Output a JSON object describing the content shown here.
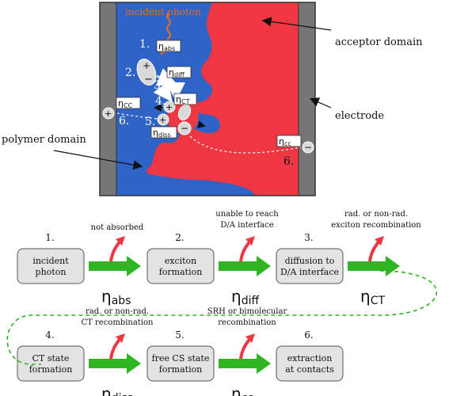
{
  "colors": {
    "polymer": "#2f63c6",
    "acceptor": "#ee3742",
    "electrode": "#767676",
    "arrow_green": "#2fb521",
    "arrow_red": "#ee3742",
    "box_fill": "#e3e3e3",
    "dashed": "#2fb521",
    "photon": "#e46b24"
  },
  "top": {
    "incident_photon": "incident photon",
    "acceptor_domain": "acceptor domain",
    "electrode": "electrode",
    "polymer_domain": "polymer domain",
    "steps": [
      "1.",
      "2.",
      "3.",
      "4.",
      "5.",
      "6.",
      "6."
    ],
    "eta_abs": "η",
    "eta_abs_sub": "abs",
    "eta_diff": "η",
    "eta_diff_sub": "diff",
    "eta_ct": "η",
    "eta_ct_sub": "CT",
    "eta_cc_left": "η",
    "eta_cc_left_sub": "CC",
    "eta_diss": "η",
    "eta_diss_sub": "diss",
    "eta_cc_right": "η",
    "eta_cc_right_sub": "cc",
    "plus": "+",
    "minus": "−"
  },
  "flow": {
    "row1": [
      {
        "num": "1.",
        "line1": "incident",
        "line2": "photon",
        "loss": "not absorbed",
        "loss2": "",
        "eta": "η",
        "eta_sub": "abs"
      },
      {
        "num": "2.",
        "line1": "exciton",
        "line2": "formation",
        "loss": "unable to reach",
        "loss2": "D/A interface",
        "eta": "η",
        "eta_sub": "diff"
      },
      {
        "num": "3.",
        "line1": "diffusion to",
        "line2": "D/A interface",
        "loss": "rad. or non-rad.",
        "loss2": "exciton recombination",
        "eta": "η",
        "eta_sub": "CT"
      }
    ],
    "row2": [
      {
        "num": "4.",
        "line1": "CT state",
        "line2": "formation",
        "loss": "rad. or non-rad.",
        "loss2": "CT recombination",
        "eta": "η",
        "eta_sub": "diss"
      },
      {
        "num": "5.",
        "line1": "free CS state",
        "line2": "formation",
        "loss": "SRH or bimolecular",
        "loss2": "recombination",
        "eta": "η",
        "eta_sub": "cc"
      },
      {
        "num": "6.",
        "line1": "extraction",
        "line2": "at contacts",
        "loss": "",
        "loss2": "",
        "eta": "",
        "eta_sub": ""
      }
    ]
  }
}
